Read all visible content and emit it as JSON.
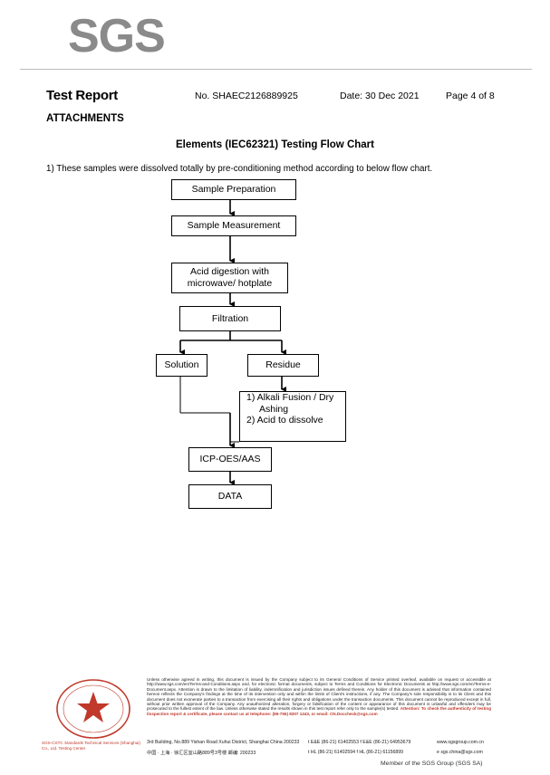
{
  "logo": {
    "text": "SGS"
  },
  "header": {
    "title": "Test Report",
    "report_no": "No. SHAEC2126889925",
    "date": "Date: 30 Dec 2021",
    "page": "Page 4 of 8"
  },
  "section": "ATTACHMENTS",
  "flowchart": {
    "title": "Elements (IEC62321) Testing Flow Chart",
    "intro": "1) These samples were dissolved totally by pre-conditioning method according to below flow chart.",
    "steps": {
      "sample_prep": "Sample Preparation",
      "sample_meas": "Sample Measurement",
      "acid_line1": "Acid digestion with",
      "acid_line2": "microwave/ hotplate",
      "filtration": "Filtration",
      "solution": "Solution",
      "residue": "Residue",
      "alkali_line1": "1) Alkali Fusion / Dry",
      "alkali_line2": "Ashing",
      "alkali_line3": "2) Acid to dissolve",
      "icp": "ICP-OES/AAS",
      "data": "DATA"
    }
  },
  "footer": {
    "disclaimer": "Unless otherwise agreed in writing, this document is issued by the Company subject to its General Conditions of Service printed overleaf, available on request or accessible at http://www.sgs.com/en/Terms-and-Conditions.aspx and, for electronic format documents, subject to Terms and Conditions for Electronic Documents at http://www.sgs.com/en/Terms-e-Document.aspx. Attention is drawn to the limitation of liability, indemnification and jurisdiction issues defined therein. Any holder of this document is advised that information contained hereon reflects the Company's findings at the time of its intervention only and within the limits of Client's instructions, if any. The Company's sole responsibility is to its Client and this document does not exonerate parties to a transaction from exercising all their rights and obligations under the transaction documents. This document cannot be reproduced except in full, without prior written approval of the Company. Any unauthorized alteration, forgery or falsification of the content or appearance of this document is unlawful and offenders may be prosecuted to the fullest extent of the law. Unless otherwise stated the results shown in this test report refer only to the sample(s) tested.",
    "attention": "Attention: To check the authenticity of testing /inspection report & certificate, please contact us at telephone: (86-755) 8307 1443, or email: CN.Doccheck@sgs.com",
    "addr_en": "3rd Building, No.889 Yishan Road Xuhui District, Shanghai China 200233",
    "addr_cn": "中国 · 上海 · 徐汇区宜山路889号3号楼 邮编: 200233",
    "tel1": "t E&E (86-21) 61402553 f E&E (86-21) 64953679",
    "tel2": "t HL (86-21) 61402594 f HL (86-21) 61156899",
    "web": "www.sgsgroup.com.cn",
    "email": "e sgs.china@sgs.com",
    "member": "Member of the SGS Group (SGS SA)",
    "stamp_caption": "SGS-CSTC Standards Technical Services (Shanghai) Co., Ltd. Testing Center"
  },
  "colors": {
    "logo_gray": "#8a8a8a",
    "stamp_red": "#c0392b"
  }
}
